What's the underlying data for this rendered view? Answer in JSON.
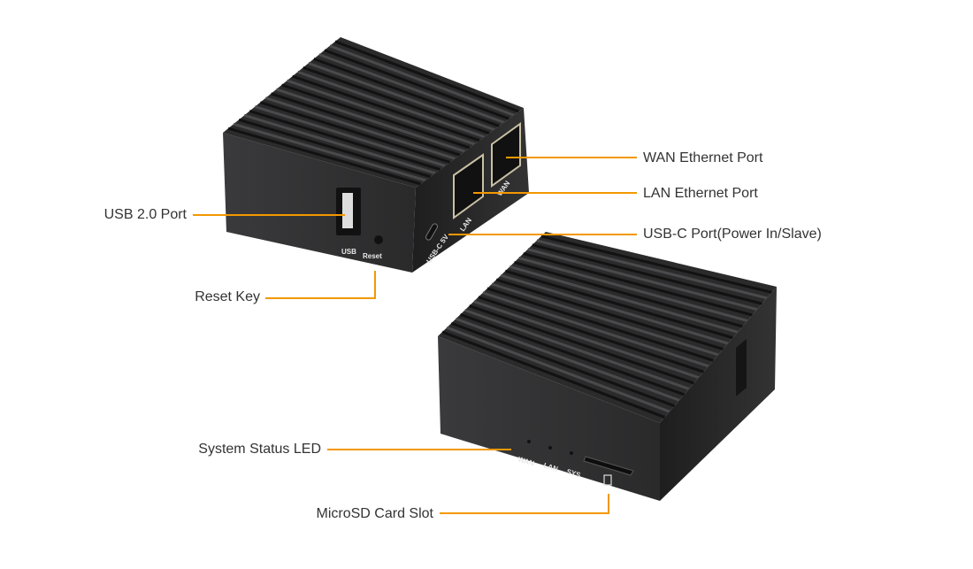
{
  "callouts": {
    "wan_port": "WAN Ethernet Port",
    "lan_port": "LAN Ethernet Port",
    "usbc_port": "USB-C Port(Power In/Slave)",
    "usb2_port": "USB 2.0 Port",
    "reset_key": "Reset Key",
    "status_led": "System Status LED",
    "microsd": "MicroSD Card Slot"
  },
  "device_labels": {
    "usb": "USB",
    "reset": "Reset",
    "usbc": "USB-C 5V",
    "lan": "LAN",
    "wan": "WAN",
    "led_wan": "WAN",
    "led_lan": "LAN",
    "led_sys": "SYS"
  },
  "colors": {
    "callout_line": "#f39800",
    "body": "#2e2e2f"
  }
}
